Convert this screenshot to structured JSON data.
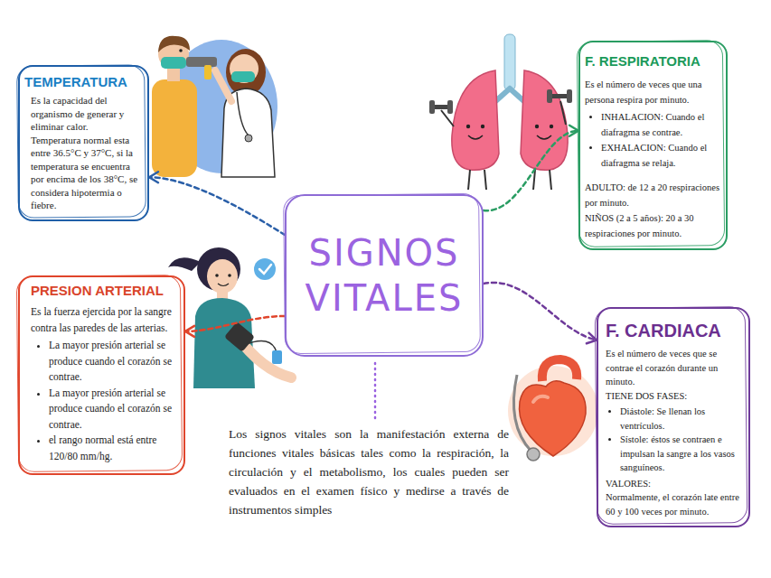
{
  "diagram": {
    "nodes": [
      {
        "text": [
          "TEMPERATURA",
          "Es la capacidad del organismo de generar y eliminar calor. Temperatura normal esta entre 36.5°C y 37°C, si la temperatura se encuentra por encima de los 38°C, se considera hipotermia o fiebre."
        ]
      },
      {
        "text": [
          "F. RESPIRATORIA",
          "Es el número de veces que una persona respira por minuto.",
          "INHALACION: Cuando el diafragma se contrae.",
          "EXHALACION: Cuando el diafragma se relaja.",
          "ADULTO: de 12 a 20 respiraciones por minuto.",
          "NIÑOS (2 a 5 años): 20 a 30 respiraciones por minuto."
        ]
      },
      {
        "text": [
          "SIGNOS VITALES"
        ]
      },
      {
        "text": [
          "PRESION ARTERIAL",
          "Es la fuerza ejercida por la sangre contra las paredes de las arterias.",
          "La mayor presión arterial se produce cuando el corazón se contrae.",
          "La mayor presión arterial se produce cuando el corazón se contrae.",
          "el rango normal está entre 120/80 mm/hg."
        ]
      },
      {
        "text": [
          "F. CARDIACA",
          "Es el número de veces que se contrae el corazón durante un minuto.",
          "TIENE DOS FASES:",
          "Diástole: Se llenan los ventrículos.",
          "Sístole: éstos se contraen e impulsan la sangre a los vasos sanguíneos.",
          "VALORES:",
          "Normalmente, el corazón late entre 60 y 100 veces por minuto."
        ]
      }
    ],
    "edges": [
      {
        "from": 2,
        "to": 0,
        "arrow": "to"
      },
      {
        "from": 2,
        "to": 1,
        "arrow": "to"
      },
      {
        "from": 2,
        "to": 4,
        "arrow": "to"
      },
      {
        "from": 2,
        "to": 3,
        "arrow": "to"
      }
    ],
    "labels": [
      "Los signos vitales son la manifestación externa de funciones vitales básicas tales como la respiración, la circulación y el metabolismo, los cuales pueden ser evaluados en el examen físico y medirse a través de instrumentos simples"
    ]
  }
}
